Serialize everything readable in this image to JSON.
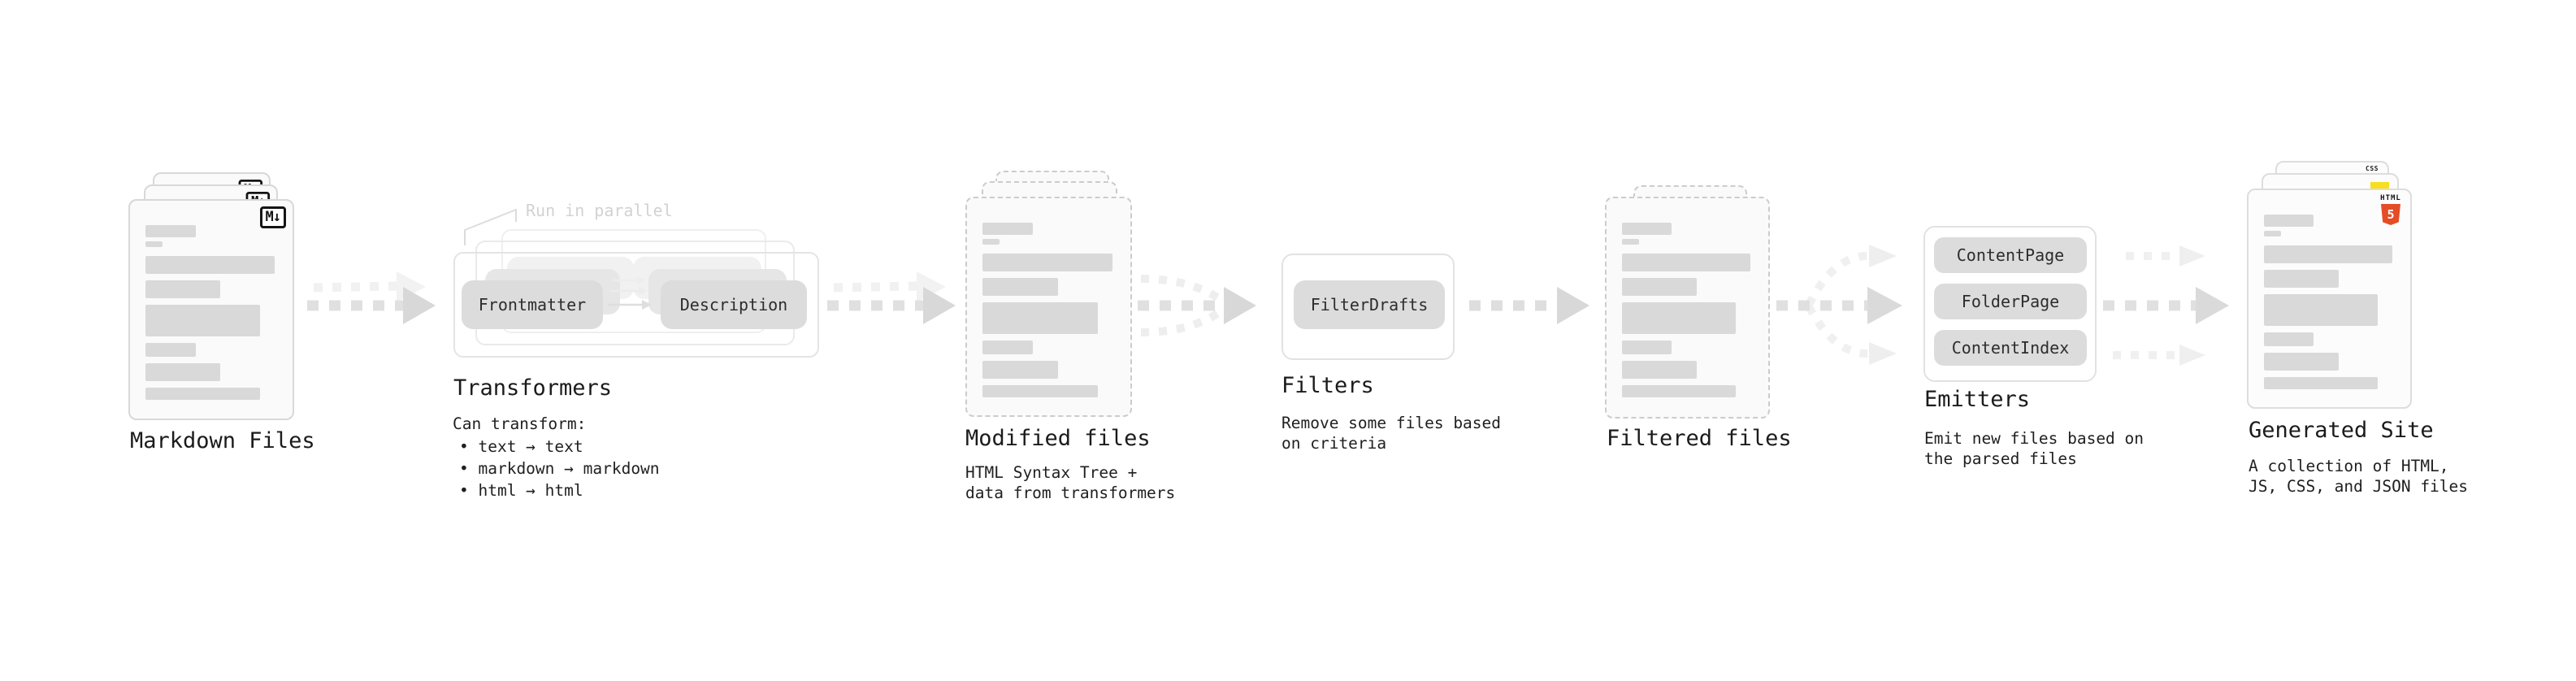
{
  "stages": {
    "markdown": {
      "label": "Markdown Files",
      "badge": "M↓"
    },
    "transformers": {
      "label": "Transformers",
      "callout": "Run in parallel",
      "pill_frontmatter": "Frontmatter",
      "pill_description": "Description",
      "desc_title": "Can transform:",
      "bullets": [
        "• text → text",
        "• markdown → markdown",
        "• html → html"
      ]
    },
    "modified": {
      "label": "Modified files",
      "desc": [
        "HTML Syntax Tree +",
        "data from transformers"
      ]
    },
    "filters": {
      "label": "Filters",
      "pill": "FilterDrafts",
      "desc": [
        "Remove some files based",
        "on criteria"
      ]
    },
    "filtered": {
      "label": "Filtered files"
    },
    "emitters": {
      "label": "Emitters",
      "pills": [
        "ContentPage",
        "FolderPage",
        "ContentIndex"
      ],
      "desc": [
        "Emit new files based on",
        "the parsed files"
      ]
    },
    "generated": {
      "label": "Generated Site",
      "desc": [
        "A collection of HTML,",
        "JS, CSS, and JSON files"
      ],
      "badges": {
        "css": "CSS",
        "html": "HTML",
        "html_number": "5"
      }
    }
  },
  "colors": {
    "html5_orange": "#e44d26",
    "js_yellow": "#f7df1e",
    "css_blue": "#2965f1"
  }
}
